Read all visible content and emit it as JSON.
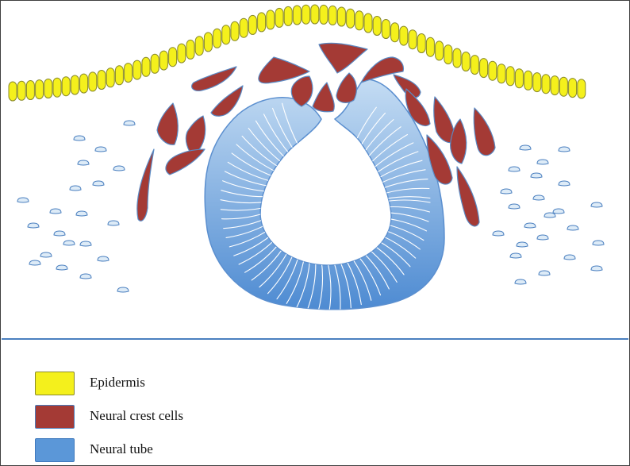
{
  "legend": [
    {
      "label": "Epidermis",
      "color": "#f4f01c",
      "stroke": "#8a8a2a"
    },
    {
      "label": "Neural crest cells",
      "color": "#a43a35",
      "stroke": "#4a7fbf"
    },
    {
      "label": "Neural tube",
      "color": "#5b97d8",
      "stroke": "#3f79bd"
    }
  ],
  "colors": {
    "epidermis": "#f4f01c",
    "neural_crest": "#a43a35",
    "neural_tube_light": "#bcd6f2",
    "neural_tube_dark": "#4a88d0",
    "mesenchyme_fill": "#ddebf7",
    "mesenchyme_stroke": "#4a7fbf",
    "divider": "#4a7fbf"
  }
}
